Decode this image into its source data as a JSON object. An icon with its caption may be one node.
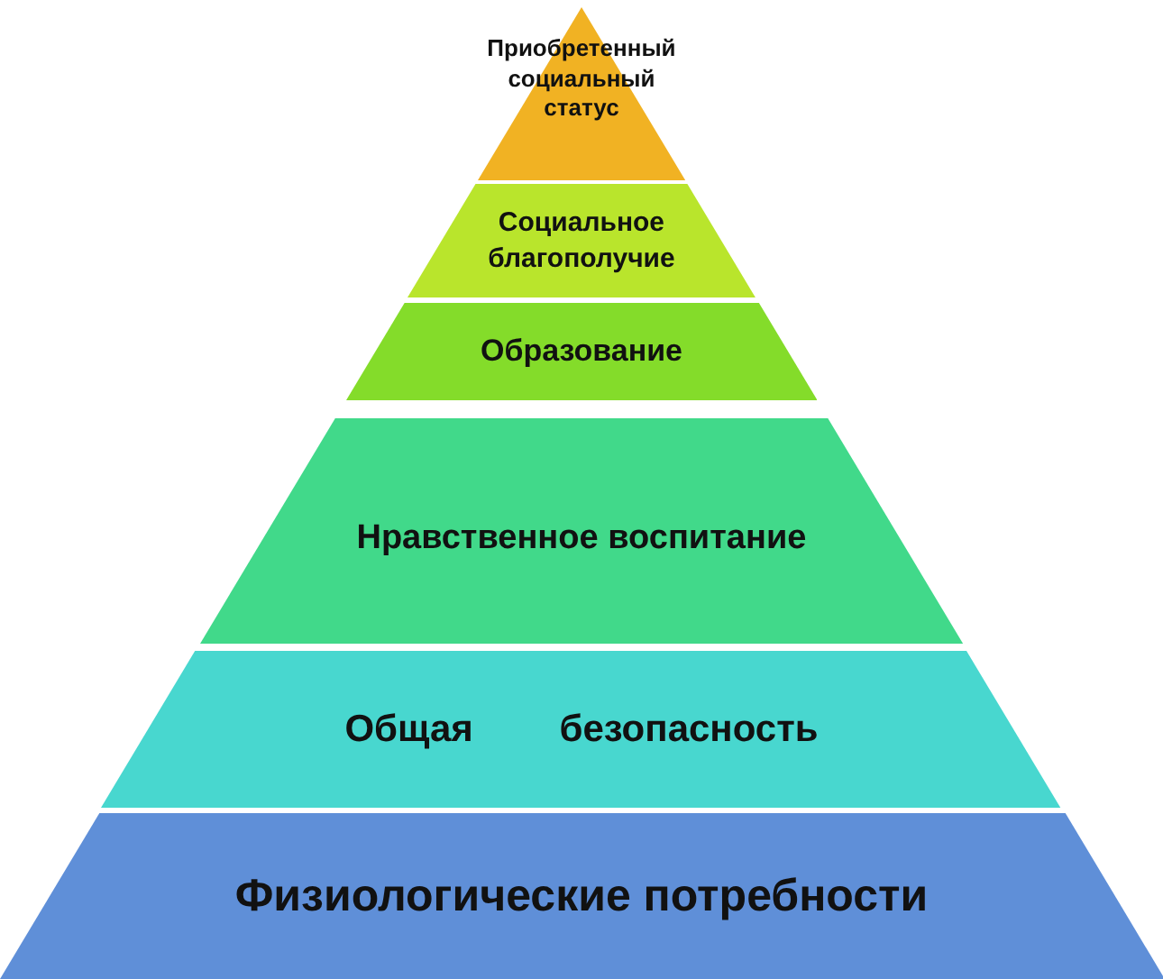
{
  "diagram": {
    "nodes": [
      {
        "text": [
          "Приобретенный социальный статус"
        ]
      },
      {
        "text": [
          "Социальное благополучие"
        ]
      },
      {
        "text": [
          "Образование"
        ]
      },
      {
        "text": [
          "Нравственное воспитание"
        ]
      },
      {
        "text": [
          "Общая безопасность"
        ]
      },
      {
        "text": [
          "Физиологические потребности"
        ]
      }
    ]
  }
}
